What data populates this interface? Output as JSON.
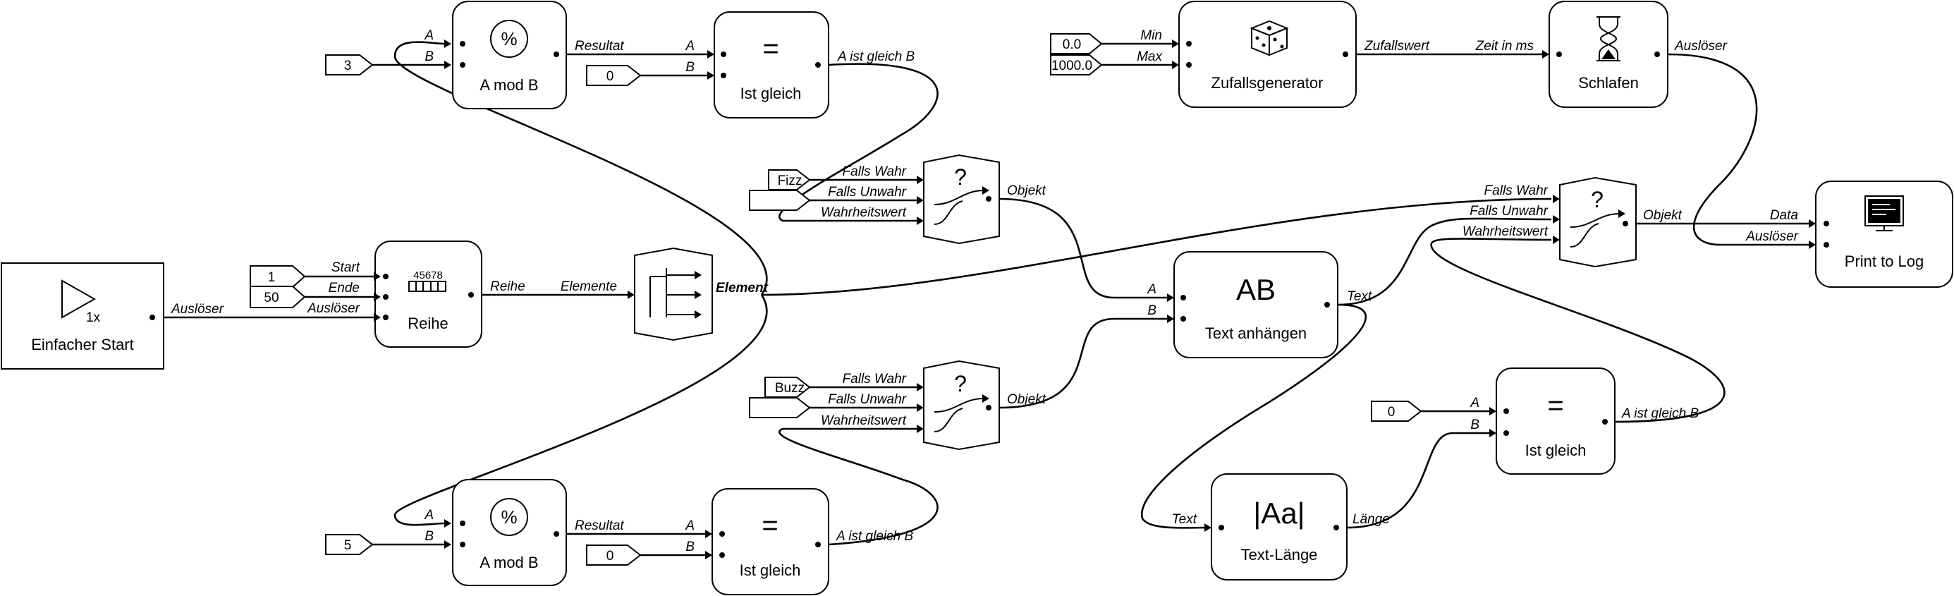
{
  "nodes": {
    "start": {
      "title": "Einfacher Start",
      "icon": "play-once-icon",
      "icon_sub": "1x",
      "out": "Auslöser"
    },
    "reihe": {
      "title": "Reihe",
      "icon": "range-icon",
      "icon_digits": "45678",
      "in": [
        "Start",
        "Ende",
        "Auslöser"
      ],
      "out": "Reihe",
      "consts": [
        "1",
        "50"
      ]
    },
    "foreach": {
      "icon": "split-icon",
      "in": "Elemente",
      "out": "Element"
    },
    "mod1": {
      "title": "A mod B",
      "icon_symbol": "%",
      "in": [
        "A",
        "B"
      ],
      "out": "Resultat",
      "const": "3"
    },
    "eq1": {
      "title": "Ist gleich",
      "icon_symbol": "=",
      "in": [
        "A",
        "B"
      ],
      "out": "A ist gleich B",
      "const": "0"
    },
    "mod2": {
      "title": "A mod B",
      "icon_symbol": "%",
      "in": [
        "A",
        "B"
      ],
      "out": "Resultat",
      "const": "5"
    },
    "eq2": {
      "title": "Ist gleich",
      "icon_symbol": "=",
      "in": [
        "A",
        "B"
      ],
      "out": "A ist gleich B",
      "const": "0"
    },
    "sel1": {
      "icon_symbol": "?",
      "in": [
        "Falls Wahr",
        "Falls Unwahr",
        "Wahrheitswert"
      ],
      "out": "Objekt",
      "const": "Fizz"
    },
    "sel2": {
      "icon_symbol": "?",
      "in": [
        "Falls Wahr",
        "Falls Unwahr",
        "Wahrheitswert"
      ],
      "out": "Objekt",
      "const": "Buzz"
    },
    "append": {
      "title": "Text anhängen",
      "icon_text": "AB",
      "in": [
        "A",
        "B"
      ],
      "out": "Text"
    },
    "len": {
      "title": "Text-Länge",
      "icon_text": "|Aa|",
      "in": "Text",
      "out": "Länge"
    },
    "eq3": {
      "title": "Ist gleich",
      "icon_symbol": "=",
      "in": [
        "A",
        "B"
      ],
      "out": "A ist gleich B",
      "const": "0"
    },
    "sel3": {
      "icon_symbol": "?",
      "in": [
        "Falls Wahr",
        "Falls Unwahr",
        "Wahrheitswert"
      ],
      "out": "Objekt"
    },
    "rand": {
      "title": "Zufallsgenerator",
      "icon": "dice-icon",
      "in": [
        "Min",
        "Max"
      ],
      "out": "Zufallswert",
      "consts": [
        "0.0",
        "1000.0"
      ]
    },
    "sleep": {
      "title": "Schlafen",
      "icon": "hourglass-icon",
      "in": "Zeit in ms",
      "out": "Auslöser"
    },
    "log": {
      "title": "Print to Log",
      "icon": "monitor-icon",
      "in": [
        "Data",
        "Auslöser"
      ]
    }
  }
}
